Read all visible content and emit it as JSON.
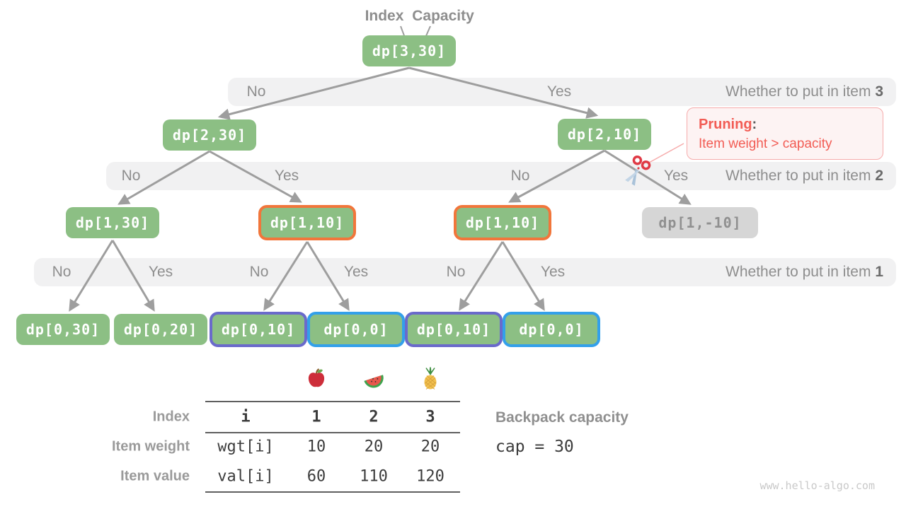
{
  "header": {
    "index_label": "Index",
    "capacity_label": "Capacity"
  },
  "bands": [
    {
      "choices": [
        "No",
        "Yes"
      ],
      "right_prefix": "Whether to put in item ",
      "right_item": "3"
    },
    {
      "choices": [
        "No",
        "Yes",
        "No",
        "Yes"
      ],
      "right_prefix": "Whether to put in item ",
      "right_item": "2"
    },
    {
      "choices": [
        "No",
        "Yes",
        "No",
        "Yes",
        "No",
        "Yes"
      ],
      "right_prefix": "Whether to put in item ",
      "right_item": "1"
    }
  ],
  "nodes": [
    {
      "label": "dp[3,30]",
      "variant": "green"
    },
    {
      "label": "dp[2,30]",
      "variant": "green"
    },
    {
      "label": "dp[2,10]",
      "variant": "green"
    },
    {
      "label": "dp[1,30]",
      "variant": "green"
    },
    {
      "label": "dp[1,10]",
      "variant": "green-orange-border"
    },
    {
      "label": "dp[1,10]",
      "variant": "green-orange-border"
    },
    {
      "label": "dp[1,-10]",
      "variant": "gray-pruned"
    },
    {
      "label": "dp[0,30]",
      "variant": "green"
    },
    {
      "label": "dp[0,20]",
      "variant": "green"
    },
    {
      "label": "dp[0,10]",
      "variant": "green-purple-border"
    },
    {
      "label": "dp[0,0]",
      "variant": "green-blue-border"
    },
    {
      "label": "dp[0,10]",
      "variant": "green-purple-border"
    },
    {
      "label": "dp[0,0]",
      "variant": "green-blue-border"
    }
  ],
  "pruning": {
    "title": "Pruning",
    "colon": ":",
    "body": "Item weight > capacity"
  },
  "table": {
    "fruits": [
      "apple-icon",
      "watermelon-icon",
      "pineapple-icon"
    ],
    "row_labels": [
      "Index",
      "Item weight",
      "Item value"
    ],
    "header_cells": [
      "i",
      "1",
      "2",
      "3"
    ],
    "weight_cells": [
      "wgt[i]",
      "10",
      "20",
      "20"
    ],
    "value_cells": [
      "val[i]",
      "60",
      "110",
      "120"
    ]
  },
  "backpack": {
    "label": "Backpack capacity",
    "code": "cap = 30"
  },
  "watermark": "www.hello-algo.com",
  "colors": {
    "node_green": "#8cbf84",
    "node_gray_bg": "#d6d6d6",
    "node_gray_text": "#909090",
    "border_orange": "#f1763b",
    "border_purple": "#6a6acb",
    "border_blue": "#33a0ea",
    "band_bg": "#f1f1f2",
    "label_gray": "#8e8e8e",
    "arrow_gray": "#9e9e9e",
    "pruning_red": "#f25c54",
    "pruning_border": "#f6abab",
    "pruning_bg": "#fdf3f3",
    "dark_text": "#3c3c3c",
    "watermark_gray": "#c9c9c9"
  }
}
